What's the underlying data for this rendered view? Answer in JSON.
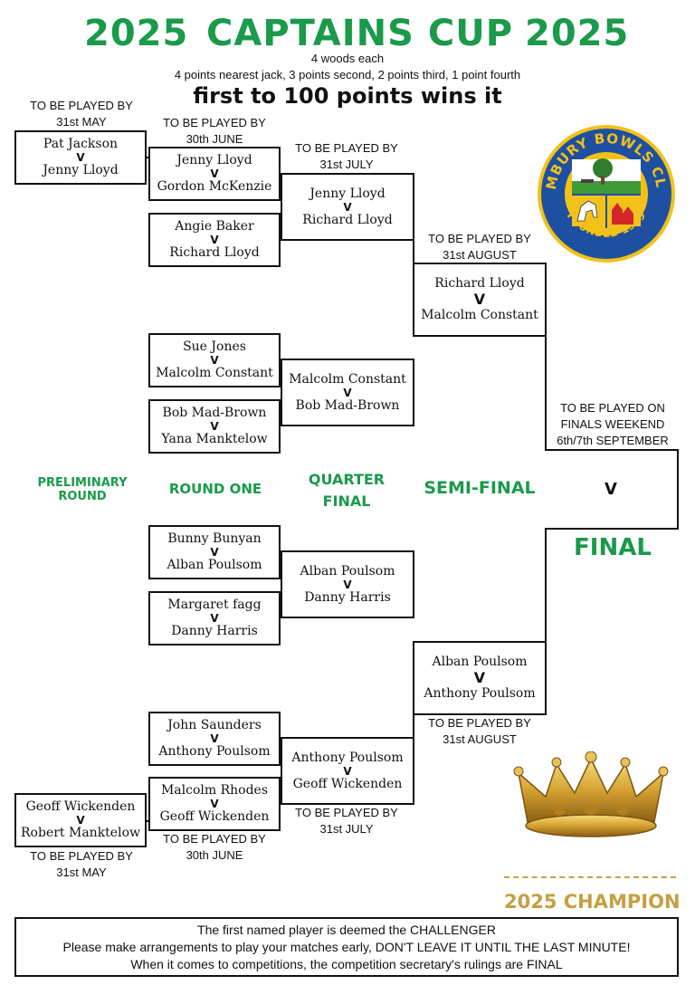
{
  "header": {
    "year_left": "2025",
    "title": "CAPTAINS CUP",
    "year_right": "2025",
    "woods": "4 woods each",
    "points": "4 points nearest jack, 3 points second, 2 points third, 1 point fourth",
    "target": "first to 100 points wins it"
  },
  "club_logo": {
    "name": "PEMBURY BOWLS CLUB",
    "founded": "FOUNDED 1929"
  },
  "schedules": {
    "prelim_top": [
      "TO BE PLAYED BY",
      "31st MAY"
    ],
    "r1_top": [
      "TO BE PLAYED BY",
      "30th JUNE"
    ],
    "qf_top": [
      "TO BE PLAYED BY",
      "31st JULY"
    ],
    "sf_top": [
      "TO BE PLAYED BY",
      "31st AUGUST"
    ],
    "final": [
      "TO BE PLAYED ON",
      "FINALS WEEKEND",
      "6th/7th SEPTEMBER"
    ],
    "sf_bottom": [
      "TO BE PLAYED BY",
      "31st AUGUST"
    ],
    "qf_bottom": [
      "TO BE PLAYED BY",
      "31st JULY"
    ],
    "r1_bottom": [
      "TO BE PLAYED BY",
      "30th JUNE"
    ],
    "prelim_bottom": [
      "TO BE PLAYED BY",
      "31st MAY"
    ]
  },
  "round_labels": {
    "preliminary": [
      "PRELIMINARY",
      "ROUND"
    ],
    "round_one": "ROUND ONE",
    "quarter": [
      "QUARTER",
      "FINAL"
    ],
    "semi": "SEMI-FINAL",
    "final": "FINAL"
  },
  "matches": {
    "prelim_top": [
      "Pat Jackson",
      "Jenny Lloyd"
    ],
    "r1_1": [
      "Jenny Lloyd",
      "Gordon McKenzie"
    ],
    "r1_2": [
      "Angie Baker",
      "Richard Lloyd"
    ],
    "r1_3": [
      "Sue Jones",
      "Malcolm Constant"
    ],
    "r1_4": [
      "Bob Mad-Brown",
      "Yana Manktelow"
    ],
    "r1_5": [
      "Bunny Bunyan",
      "Alban Poulsom"
    ],
    "r1_6": [
      "Margaret fagg",
      "Danny Harris"
    ],
    "r1_7": [
      "John Saunders",
      "Anthony Poulsom"
    ],
    "r1_8": [
      "Malcolm Rhodes",
      "Geoff Wickenden"
    ],
    "prelim_bottom": [
      "Geoff Wickenden",
      "Robert Manktelow"
    ],
    "qf_1": [
      "Jenny Lloyd",
      "Richard Lloyd"
    ],
    "qf_2": [
      "Malcolm Constant",
      "Bob Mad-Brown"
    ],
    "qf_3": [
      "Alban Poulsom",
      "Danny Harris"
    ],
    "qf_4": [
      "Anthony Poulsom",
      "Geoff Wickenden"
    ],
    "sf_1": [
      "Richard Lloyd",
      "Malcolm Constant"
    ],
    "sf_2": [
      "Alban Poulsom",
      "Anthony Poulsom"
    ],
    "final": [
      "",
      ""
    ]
  },
  "vs": "V",
  "champion": "2025 CHAMPION",
  "notice": [
    "The first named player is deemed the CHALLENGER",
    "Please make arrangements to play your matches early, DON'T LEAVE IT UNTIL THE LAST MINUTE!",
    "When it comes to competitions, the competition secretary's rulings are FINAL"
  ],
  "colors": {
    "green": "#1a9a4a",
    "gold": "#c4a043",
    "logo_blue": "#1f4fa0",
    "logo_yellow": "#f2c21a"
  }
}
